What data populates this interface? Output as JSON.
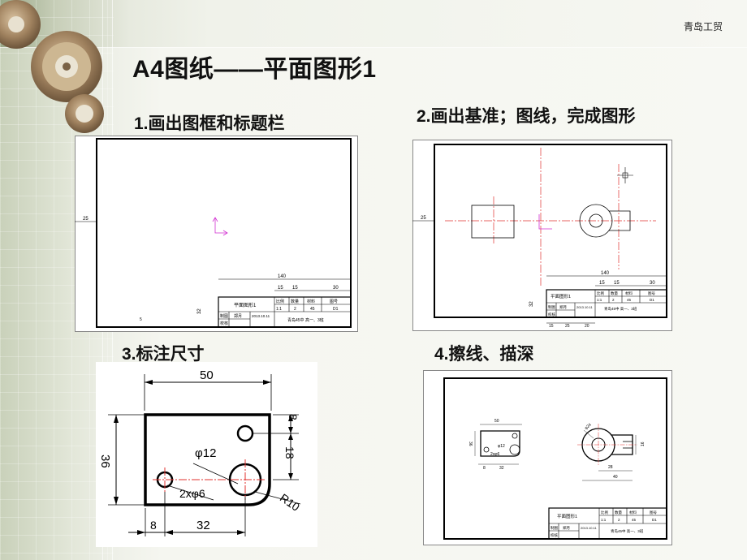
{
  "header": {
    "brand": "青岛工贸",
    "title": "A4图纸——平面图形1"
  },
  "steps": [
    {
      "caption": "1.画出图框和标题栏"
    },
    {
      "caption": "2.画出基准；图线，完成图形"
    },
    {
      "caption": "3.标注尺寸"
    },
    {
      "caption": "4.擦线、描深"
    }
  ],
  "title_block": {
    "name": "平面图形1",
    "col_scale": "比例",
    "col_qty": "数量",
    "col_material": "材料",
    "col_drawing_no": "图号",
    "scale": "1:1",
    "qty": "2",
    "material": "45",
    "drawing_no": "D1",
    "drawn_label": "制图",
    "drawn_by": "郑月",
    "date": "2013.10.11",
    "checked_label": "校核",
    "school": "青岛45中 高一、3班"
  },
  "frame_dims": {
    "left_margin": "25",
    "block_width": "140",
    "w15a": "15",
    "w15b": "15",
    "w30": "30",
    "h32": "32",
    "h5": "5",
    "w15": "15",
    "w25": "25",
    "w20": "20"
  },
  "part_dims": {
    "width": "50",
    "height": "36",
    "hole_spacing": "32",
    "left_offset": "8",
    "hole_small": "2xφ6",
    "hole_big": "φ12",
    "top_offset": "8",
    "mid_height": "18",
    "radius": "R10"
  },
  "part2_dims": {
    "dia": "φ24",
    "slot": "16",
    "depth": "28",
    "length": "40"
  }
}
